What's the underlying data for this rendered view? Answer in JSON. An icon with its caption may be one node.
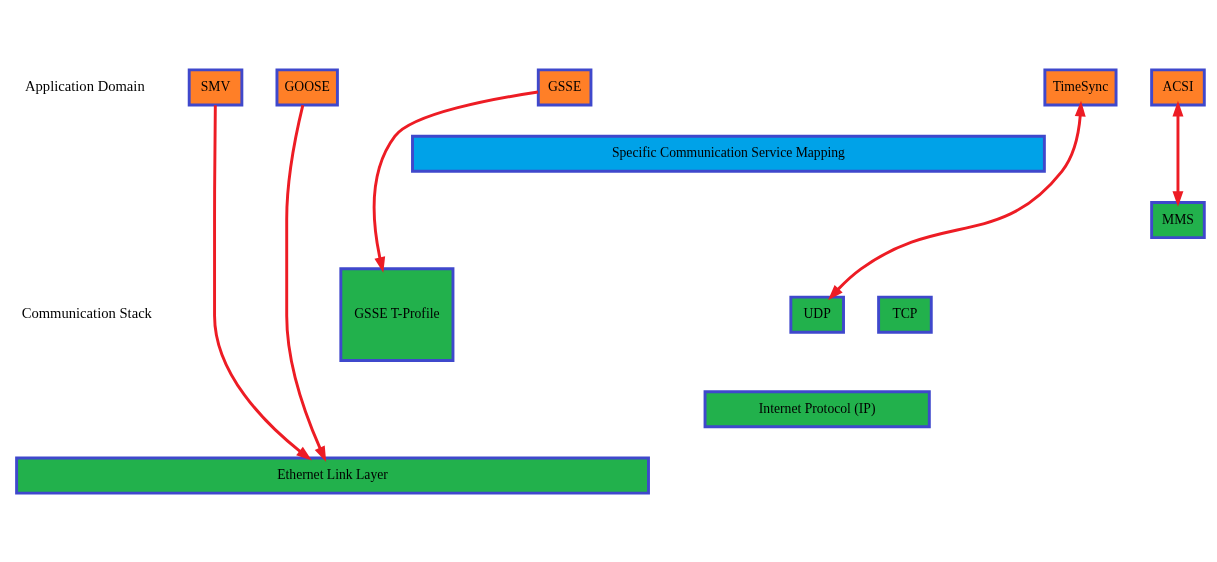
{
  "diagram": {
    "nodes": [
      {
        "text": [
          "SMV"
        ]
      },
      {
        "text": [
          "GOOSE"
        ]
      },
      {
        "text": [
          "GSSE"
        ]
      },
      {
        "text": [
          "TimeSync"
        ]
      },
      {
        "text": [
          "ACSI"
        ]
      },
      {
        "text": [
          "Specific Communication Service Mapping"
        ]
      },
      {
        "text": [
          "MMS"
        ]
      },
      {
        "text": [
          "GSSE T-Profile"
        ]
      },
      {
        "text": [
          "UDP"
        ]
      },
      {
        "text": [
          "TCP"
        ]
      },
      {
        "text": [
          "Internet Protocol (IP)"
        ]
      },
      {
        "text": [
          "Ethernet Link Layer"
        ]
      }
    ],
    "edges": [
      {
        "from": 0,
        "to": 11,
        "arrow": "to"
      },
      {
        "from": 1,
        "to": 11,
        "arrow": "to"
      },
      {
        "from": 2,
        "to": 7,
        "arrow": "to"
      },
      {
        "from": 3,
        "to": 8,
        "arrow": "both"
      },
      {
        "from": 4,
        "to": 6,
        "arrow": "both"
      }
    ],
    "labels": [
      "Application Domain",
      "Communication Stack"
    ]
  }
}
